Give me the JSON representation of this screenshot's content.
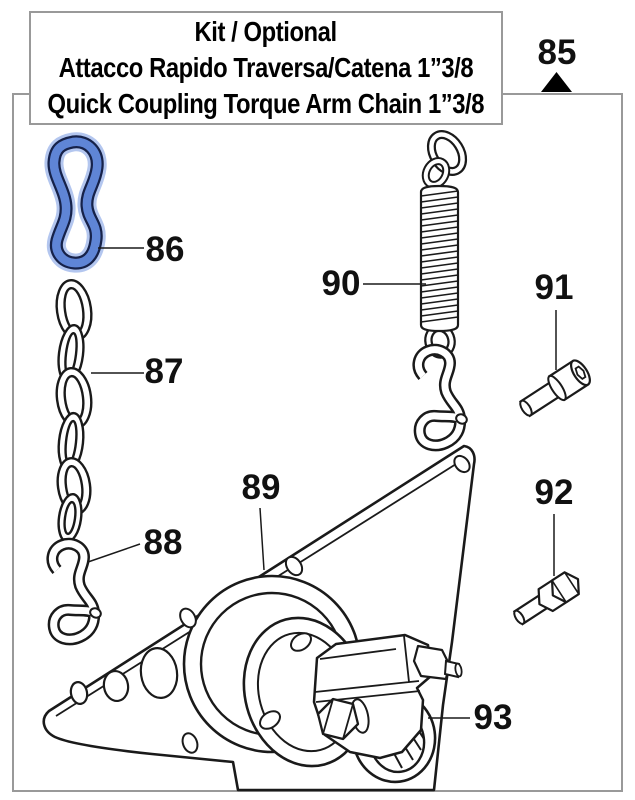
{
  "title_box": {
    "lines": [
      "Kit / Optional",
      "Attacco Rapido Traversa/Catena 1”3/8",
      "Quick Coupling Torque Arm Chain 1”3/8"
    ]
  },
  "callouts": {
    "kit_badge": "85",
    "highlight_ring": "86",
    "chain": "87",
    "s_hook": "88",
    "plate": "89",
    "spring": "90",
    "socket_screw": "91",
    "hex_bolt": "92",
    "coupling": "93"
  },
  "colors": {
    "accent_blue": "#5f85d6",
    "blue_outline": "#16224a",
    "blue_halo": "#b3c6ef",
    "line_black": "#1a1a1a",
    "box_border": "#999999",
    "label_text": "#111111"
  }
}
